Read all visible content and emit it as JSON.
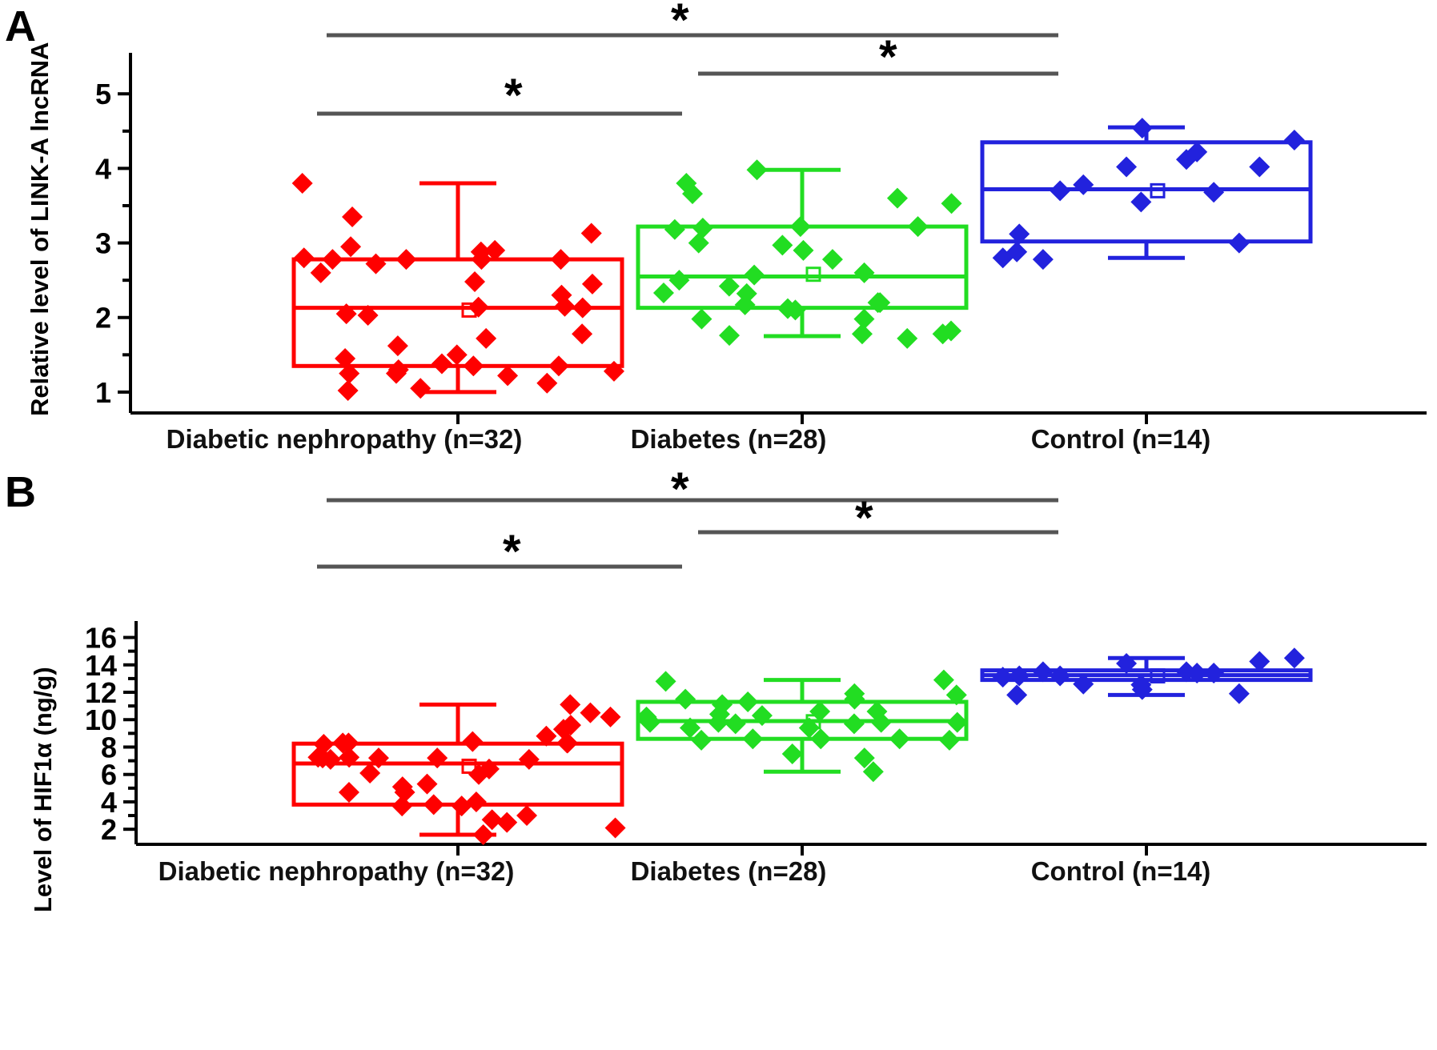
{
  "figure": {
    "background": "#ffffff",
    "colors": {
      "group1": "#FF0000",
      "group2": "#22DD22",
      "group3": "#2222DD",
      "axis": "#000000",
      "sigbar": "#555555"
    }
  },
  "panels": [
    {
      "letter": "A",
      "ylabel": "Relative level of LINK-A lncRNA",
      "y_ticks_major": [
        "1",
        "2",
        "3",
        "4",
        "5"
      ],
      "y_minor_count": 4,
      "xlabels": [
        "Diabetic nephropathy  (n=32)",
        "Diabetes (n=28)",
        "Control (n=14)"
      ],
      "significance": [
        {
          "label": "*",
          "from": 0,
          "to": 2
        },
        {
          "label": "*",
          "from": 1,
          "to": 2
        },
        {
          "label": "*",
          "from": 0,
          "to": 1
        }
      ]
    },
    {
      "letter": "B",
      "ylabel": "Level of HIF1α (ng/g)",
      "y_ticks_major": [
        "2",
        "4",
        "6",
        "8",
        "10",
        "12",
        "14",
        "16"
      ],
      "y_minor_count": 1,
      "xlabels": [
        "Diabetic nephropathy  (n=32)",
        "Diabetes (n=28)",
        "Control (n=14)"
      ],
      "significance": [
        {
          "label": "*",
          "from": 0,
          "to": 2
        },
        {
          "label": "*",
          "from": 1,
          "to": 2
        },
        {
          "label": "*",
          "from": 0,
          "to": 1
        }
      ]
    }
  ],
  "chart_data": [
    {
      "type": "box",
      "panel": "A",
      "title": "",
      "xlabel": "",
      "ylabel": "Relative level of LINK-A lncRNA",
      "ylim": [
        0.72,
        5.55
      ],
      "yticks": [
        1,
        2,
        3,
        4,
        5
      ],
      "yminor_step": 0.5,
      "grid": false,
      "legend": "none",
      "groups": [
        {
          "name": "Diabetic nephropathy",
          "n": 32,
          "color": "#FF0000",
          "box": {
            "q1": 1.35,
            "median": 2.13,
            "q3": 2.78,
            "mean": 2.1,
            "whisker_low": 1.0,
            "whisker_high": 3.8
          },
          "points": [
            1.25,
            2.03,
            2.78,
            1.35,
            2.14,
            2.78,
            1.28,
            2.05,
            2.72,
            1.3,
            1.5,
            2.78,
            1.35,
            2.13,
            2.8,
            3.35,
            1.05,
            1.38,
            1.72,
            2.15,
            3.13,
            3.8,
            1.45,
            1.62,
            2.48,
            2.9,
            1.12,
            1.78,
            2.6,
            2.95,
            1.25,
            2.88,
            1.22,
            2.3,
            2.45,
            2.78,
            1.02
          ]
        },
        {
          "name": "Diabetes",
          "n": 28,
          "color": "#22DD22",
          "box": {
            "q1": 2.13,
            "median": 2.55,
            "q3": 3.22,
            "mean": 2.58,
            "whisker_low": 1.75,
            "whisker_high": 3.98
          },
          "points": [
            2.33,
            1.76,
            3.98,
            2.9,
            2.78,
            2.2,
            1.82,
            3.66,
            3.0,
            2.32,
            3.22,
            2.6,
            1.72,
            1.78,
            3.8,
            3.2,
            2.57,
            2.12,
            1.98,
            2.2,
            3.53,
            3.18,
            2.42,
            2.97,
            2.1,
            1.78,
            3.6,
            3.22,
            2.5,
            1.98,
            2.17
          ]
        },
        {
          "name": "Control",
          "n": 14,
          "color": "#2222DD",
          "box": {
            "q1": 3.02,
            "median": 3.72,
            "q3": 4.35,
            "mean": 3.7,
            "whisker_low": 2.8,
            "whisker_high": 4.55
          },
          "points": [
            3.12,
            2.78,
            3.78,
            4.54,
            4.12,
            3.68,
            4.38,
            2.88,
            3.7,
            4.02,
            3.55,
            4.22,
            3.0,
            4.02,
            2.8
          ]
        }
      ]
    },
    {
      "type": "box",
      "panel": "B",
      "title": "",
      "xlabel": "",
      "ylabel": "Level of HIF1α (ng/g)",
      "ylim": [
        0.9,
        17.2
      ],
      "yticks": [
        2,
        4,
        6,
        8,
        10,
        12,
        14,
        16
      ],
      "yminor_step": 1,
      "grid": false,
      "legend": "none",
      "groups": [
        {
          "name": "Diabetic nephropathy",
          "n": 32,
          "color": "#FF0000",
          "box": {
            "q1": 3.8,
            "median": 6.8,
            "q3": 8.25,
            "mean": 6.6,
            "whisker_low": 1.6,
            "whisker_high": 11.1
          },
          "points": [
            7.25,
            8.3,
            7.2,
            6.0,
            2.5,
            8.8,
            10.5,
            8.3,
            7.25,
            5.3,
            3.8,
            3.0,
            9.3,
            8.3,
            7.2,
            6.1,
            4.7,
            3.7,
            1.6,
            11.1,
            10.2,
            8.2,
            7.2,
            5.1,
            4.0,
            2.7,
            9.6,
            8.3,
            7.1,
            4.7,
            3.7,
            8.4,
            6.4,
            7.1,
            2.1
          ]
        },
        {
          "name": "Diabetes",
          "n": 28,
          "color": "#22DD22",
          "box": {
            "q1": 8.6,
            "median": 9.9,
            "q3": 11.3,
            "mean": 9.85,
            "whisker_low": 6.2,
            "whisker_high": 12.9
          },
          "points": [
            10.0,
            10.4,
            11.3,
            10.6,
            9.7,
            8.6,
            12.9,
            11.5,
            9.8,
            8.6,
            7.5,
            11.9,
            9.8,
            8.5,
            12.8,
            11.1,
            9.7,
            8.6,
            7.2,
            6.2,
            11.8,
            9.8,
            8.5,
            10.3,
            9.4,
            11.5,
            10.6,
            9.8,
            10.2,
            9.4
          ]
        },
        {
          "name": "Control",
          "n": 14,
          "color": "#2222DD",
          "box": {
            "q1": 12.9,
            "median": 13.25,
            "q3": 13.6,
            "mean": 13.2,
            "whisker_low": 11.8,
            "whisker_high": 14.5
          },
          "points": [
            13.2,
            13.5,
            12.6,
            12.2,
            13.5,
            13.4,
            14.5,
            11.8,
            13.2,
            14.1,
            12.55,
            13.4,
            11.9,
            14.25,
            13.1
          ]
        }
      ]
    }
  ]
}
